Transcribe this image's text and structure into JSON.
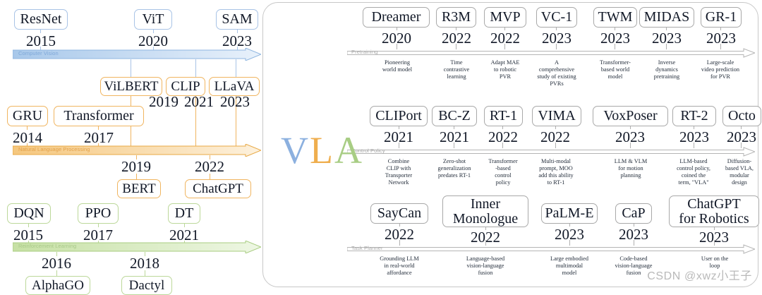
{
  "watermark": "CSDN @xwz小王子",
  "logo": {
    "letters": [
      {
        "char": "V",
        "color": "#8cb0df"
      },
      {
        "char": "L",
        "color": "#efae4e"
      },
      {
        "char": "A",
        "color": "#a8cd84"
      }
    ]
  },
  "left_panel": {
    "timelines": [
      {
        "id": "computer-vision",
        "label": "Computer Vision",
        "color": "#a8c3e6",
        "above": [
          {
            "name": "ResNet",
            "year": "2015"
          },
          {
            "name": "ViT",
            "year": "2020"
          },
          {
            "name": "SAM",
            "year": "2023"
          }
        ],
        "below": []
      },
      {
        "id": "natural-language-processing",
        "label": "Natural Language Processing",
        "color": "#f0b560",
        "above": [
          {
            "name": "GRU",
            "year": "2014"
          },
          {
            "name": "Transformer",
            "year": "2017"
          },
          {
            "name": "ViLBERT",
            "year": "2019"
          },
          {
            "name": "CLIP",
            "year": "2021"
          },
          {
            "name": "LLaVA",
            "year": "2023"
          }
        ],
        "below": [
          {
            "name": "BERT",
            "year": "2019"
          },
          {
            "name": "ChatGPT",
            "year": "2022"
          }
        ]
      },
      {
        "id": "reinforcement-learning",
        "label": "Reinforcement Learning",
        "color": "#bcd89a",
        "above": [
          {
            "name": "DQN",
            "year": "2015"
          },
          {
            "name": "PPO",
            "year": "2017"
          },
          {
            "name": "DT",
            "year": "2021"
          }
        ],
        "below": [
          {
            "name": "AlphaGO",
            "year": "2016"
          },
          {
            "name": "Dactyl",
            "year": "2018"
          }
        ]
      }
    ]
  },
  "right_panel": {
    "rows": [
      {
        "id": "pretraining",
        "label": "Pretraining",
        "items": [
          {
            "name": "Dreamer",
            "year": "2020",
            "desc": "Pioneering\nworld model"
          },
          {
            "name": "R3M",
            "year": "2022",
            "desc": "Time\ncontrastive\nlearning"
          },
          {
            "name": "MVP",
            "year": "2022",
            "desc": "Adapt MAE\nto robotic\nPVR"
          },
          {
            "name": "VC-1",
            "year": "2023",
            "desc": "A\ncomprehensive\nstudy of existing\nPVRs"
          },
          {
            "name": "TWM",
            "year": "2023",
            "desc": "Transformer-\nbased world\nmodel"
          },
          {
            "name": "MIDAS",
            "year": "2023",
            "desc": "Inverse\ndynamics\npretraining"
          },
          {
            "name": "GR-1",
            "year": "2023",
            "desc": "Large-scale\nvideo prediction\nfor PVR"
          }
        ]
      },
      {
        "id": "control-policy",
        "label": "Control Policy",
        "items": [
          {
            "name": "CLIPort",
            "year": "2021",
            "desc": "Combine\nCLIP with\nTransporter\nNetwork"
          },
          {
            "name": "BC-Z",
            "year": "2021",
            "desc": "Zero-shot\ngeneralization\npredates RT-1"
          },
          {
            "name": "RT-1",
            "year": "2022",
            "desc": "Transformer\n-based\ncontrol\npolicy"
          },
          {
            "name": "VIMA",
            "year": "2022",
            "desc": "Multi-modal\nprompt, MOO\nadd this ability\nto RT-1"
          },
          {
            "name": "VoxPoser",
            "year": "2023",
            "desc": "LLM & VLM\nfor motion\nplanning"
          },
          {
            "name": "RT-2",
            "year": "2023",
            "desc": "LLM-based\ncontrol policy,\ncoined the\nterm, \"VLA\""
          },
          {
            "name": "Octo",
            "year": "2023",
            "desc": "Diffusion-\nbased VLA,\nmodular\ndesign"
          }
        ]
      },
      {
        "id": "task-planner",
        "label": "Task Planner",
        "items": [
          {
            "name": "SayCan",
            "year": "2022",
            "desc": "Grounding LLM\nin real-world\naffordance"
          },
          {
            "name": "Inner\nMonologue",
            "year": "2022",
            "desc": "Language-based\nvision-language\nfusion"
          },
          {
            "name": "PaLM-E",
            "year": "2023",
            "desc": "Large embodied\nmultimodal\nmodel"
          },
          {
            "name": "CaP",
            "year": "2023",
            "desc": "Code-based\nvision-language\nfusion"
          },
          {
            "name": "ChatGPT\nfor Robotics",
            "year": "2023",
            "desc": "User on the\nloop"
          }
        ]
      }
    ]
  }
}
